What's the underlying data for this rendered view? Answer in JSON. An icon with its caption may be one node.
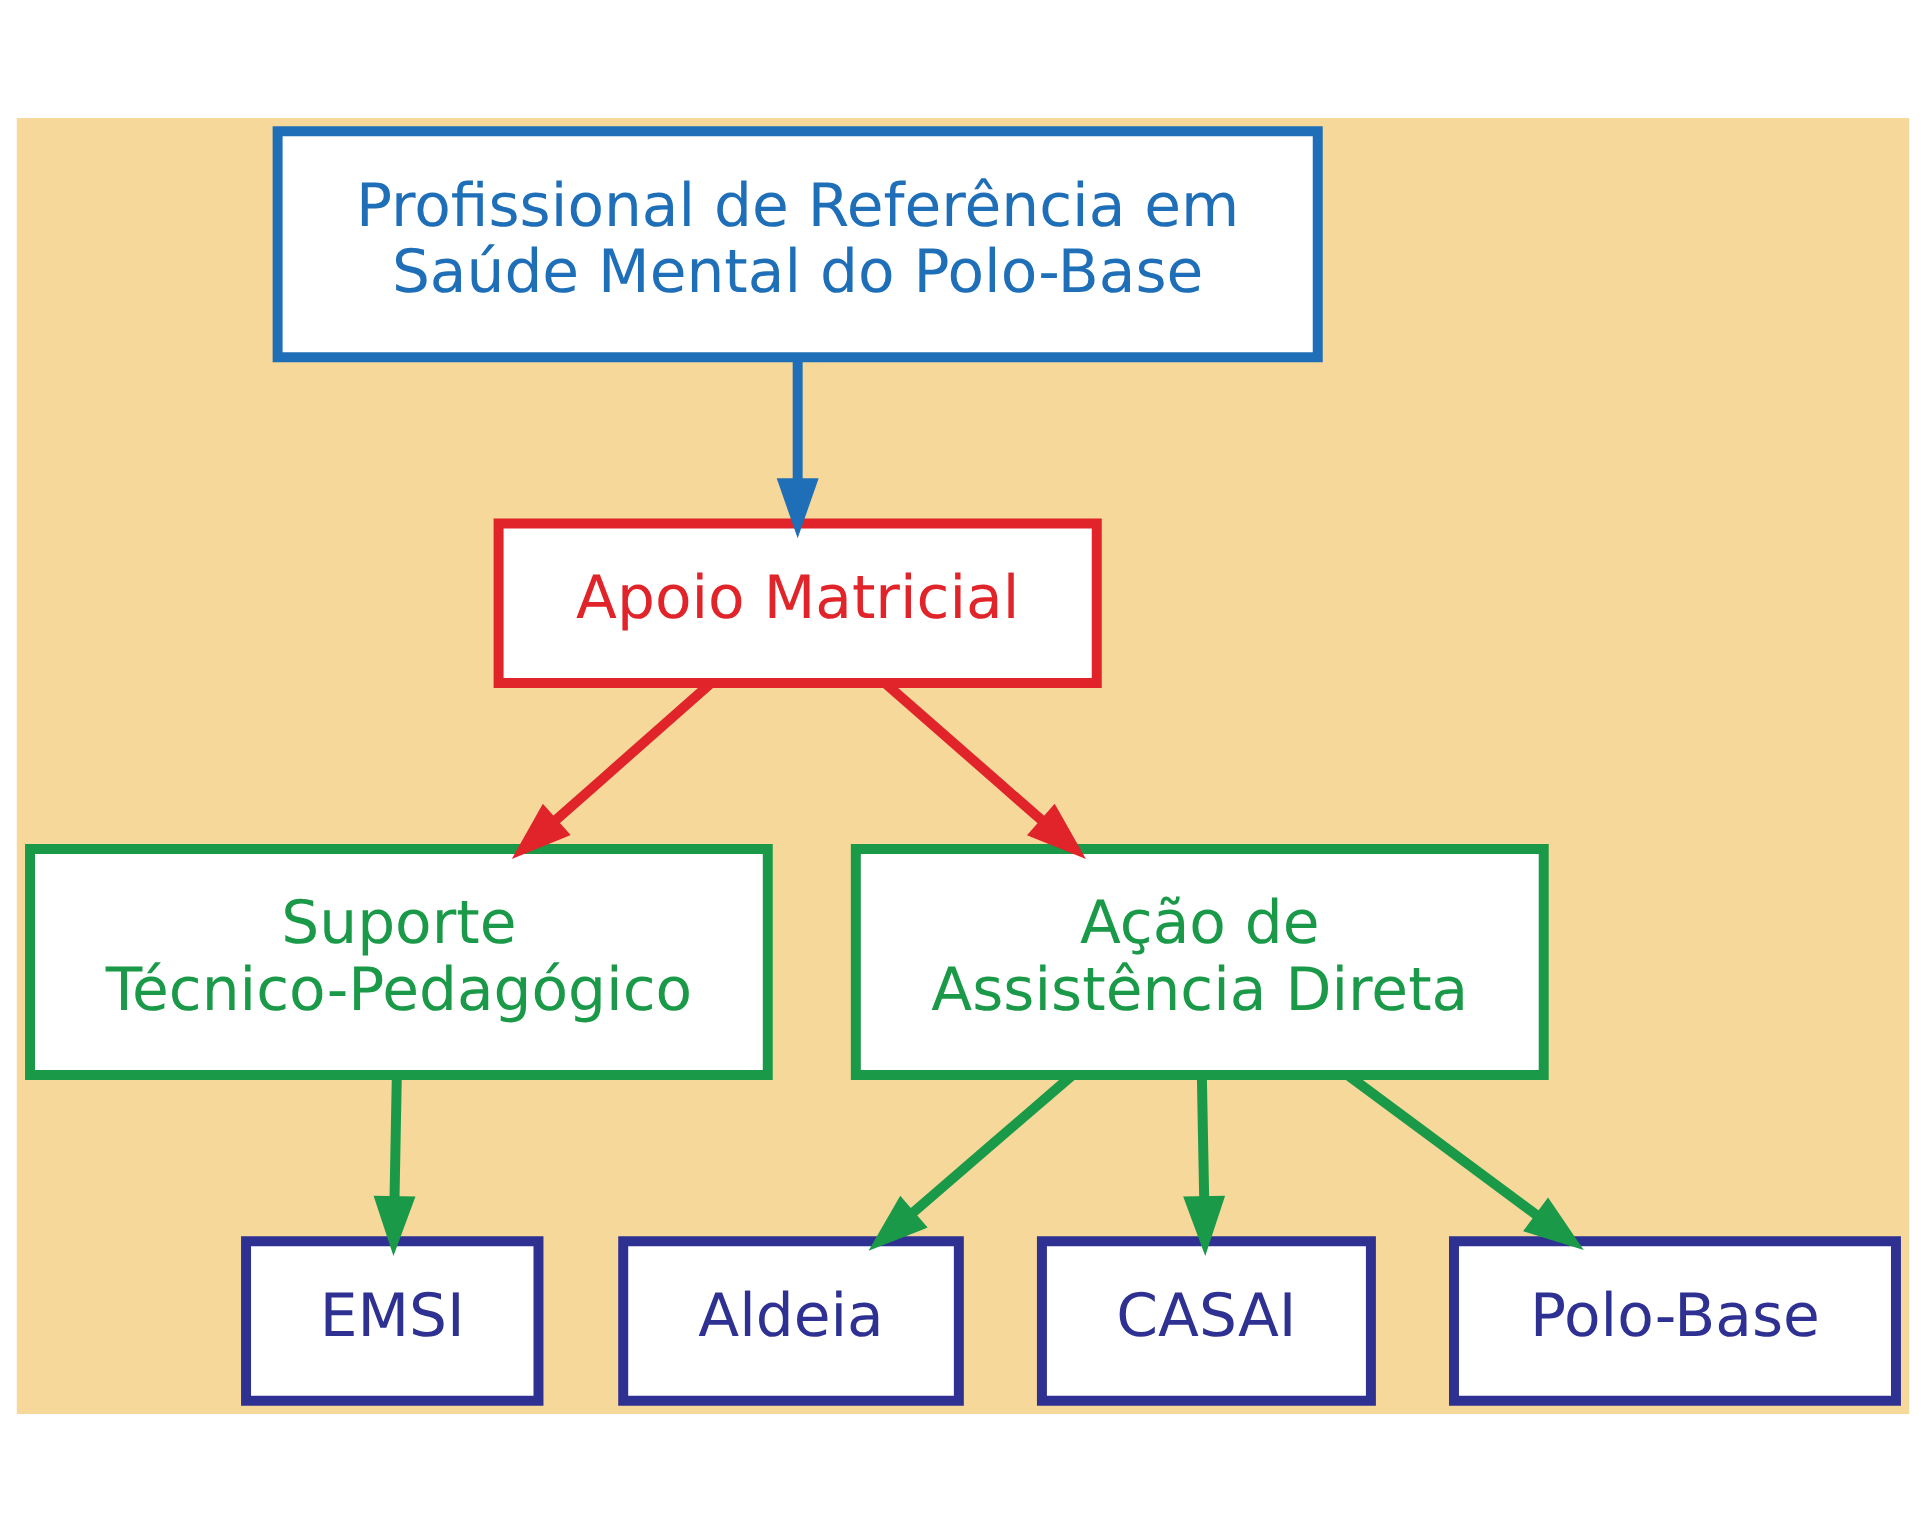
{
  "diagram": {
    "nodes": [
      {
        "text": [
          "Profissional de Referência em Saúde Mental do Polo-Base"
        ]
      },
      {
        "text": [
          "Apoio Matricial"
        ]
      },
      {
        "text": [
          "Suporte Técnico-Pedagógico"
        ]
      },
      {
        "text": [
          "Ação de Assistência Direta"
        ]
      },
      {
        "text": [
          "EMSI"
        ]
      },
      {
        "text": [
          "Aldeia"
        ]
      },
      {
        "text": [
          "CASAI"
        ]
      },
      {
        "text": [
          "Polo-Base"
        ]
      }
    ],
    "edges": [
      {
        "from": 0,
        "to": 1,
        "arrow": "to",
        "color": "#1f6fb8"
      },
      {
        "from": 1,
        "to": 2,
        "arrow": "to",
        "color": "#e0242a"
      },
      {
        "from": 1,
        "to": 3,
        "arrow": "to",
        "color": "#e0242a"
      },
      {
        "from": 2,
        "to": 4,
        "arrow": "to"
      },
      {
        "from": 3,
        "to": 5,
        "arrow": "to"
      },
      {
        "from": 3,
        "to": 6,
        "arrow": "to"
      },
      {
        "from": 3,
        "to": 7,
        "arrow": "to"
      }
    ]
  }
}
